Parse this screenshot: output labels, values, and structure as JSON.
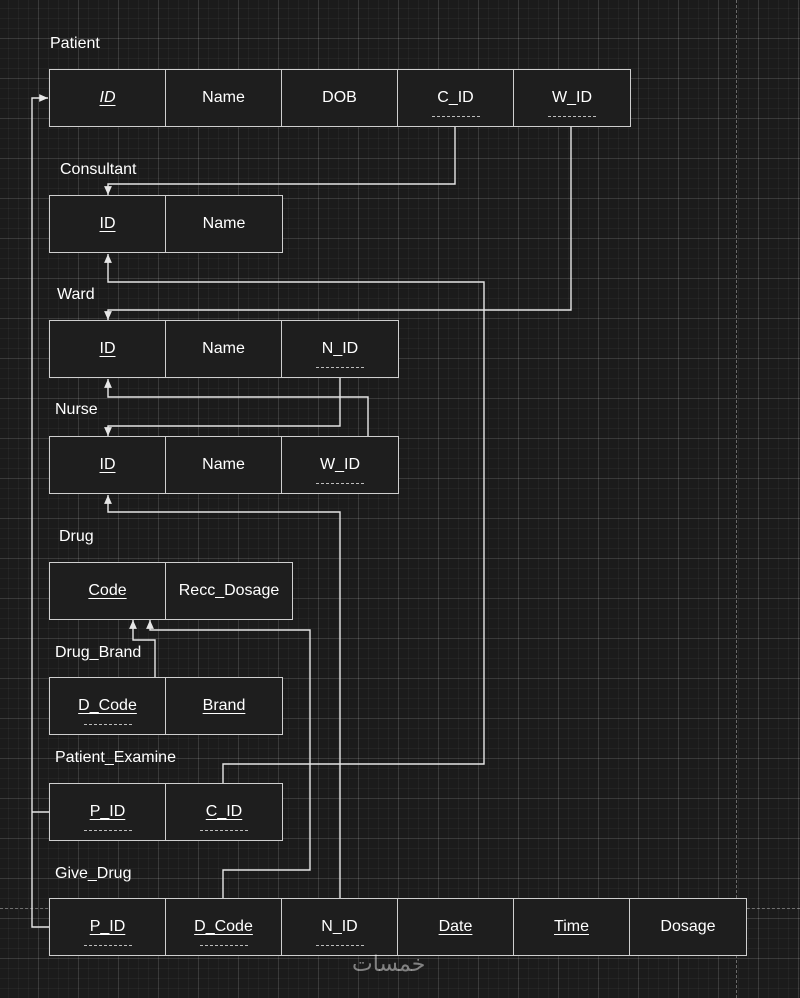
{
  "tables": {
    "patient": {
      "title": "Patient",
      "cells": [
        "ID",
        "Name",
        "DOB",
        "C_ID",
        "W_ID"
      ]
    },
    "consultant": {
      "title": "Consultant",
      "cells": [
        "ID",
        "Name"
      ]
    },
    "ward": {
      "title": "Ward",
      "cells": [
        "ID",
        "Name",
        "N_ID"
      ]
    },
    "nurse": {
      "title": "Nurse",
      "cells": [
        "ID",
        "Name",
        "W_ID"
      ]
    },
    "drug": {
      "title": "Drug",
      "cells": [
        "Code",
        "Recc_Dosage"
      ]
    },
    "drug_brand": {
      "title": "Drug_Brand",
      "cells": [
        "D_Code",
        "Brand"
      ]
    },
    "patient_examine": {
      "title": "Patient_Examine",
      "cells": [
        "P_ID",
        "C_ID"
      ]
    },
    "give_drug": {
      "title": "Give_Drug",
      "cells": [
        "P_ID",
        "D_Code",
        "N_ID",
        "Date",
        "Time",
        "Dosage"
      ]
    }
  },
  "colors": {
    "background": "#1b1b1b",
    "line": "#e6e6e6",
    "border": "#cfcfcf"
  },
  "watermark": "خمسات"
}
